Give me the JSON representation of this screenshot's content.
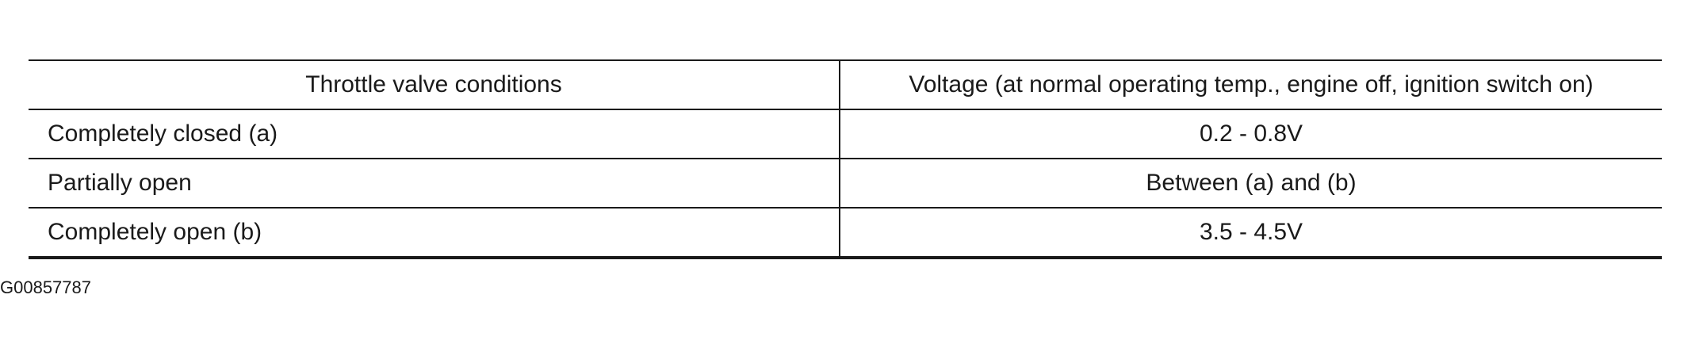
{
  "table": {
    "headers": [
      "Throttle valve conditions",
      "Voltage (at normal operating temp., engine off, ignition switch on)"
    ],
    "rows": [
      {
        "condition": "Completely closed (a)",
        "voltage": "0.2 - 0.8V"
      },
      {
        "condition": "Partially open",
        "voltage": "Between (a) and (b)"
      },
      {
        "condition": "Completely open (b)",
        "voltage": "3.5 - 4.5V"
      }
    ]
  },
  "figure_id": "G00857787"
}
